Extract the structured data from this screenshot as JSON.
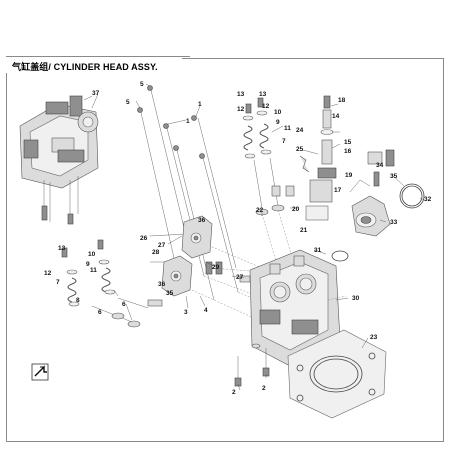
{
  "diagram": {
    "title": "气缸盖组/ CYLINDER HEAD ASSY."
  },
  "callouts": [
    {
      "id": "c37",
      "text": "37"
    },
    {
      "id": "c5a",
      "text": "5"
    },
    {
      "id": "c5b",
      "text": "5"
    },
    {
      "id": "c1a",
      "text": "1"
    },
    {
      "id": "c1b",
      "text": "1"
    },
    {
      "id": "c13a",
      "text": "13"
    },
    {
      "id": "c12a",
      "text": "12"
    },
    {
      "id": "c13b",
      "text": "13"
    },
    {
      "id": "c12b",
      "text": "12"
    },
    {
      "id": "c10a",
      "text": "10"
    },
    {
      "id": "c9a",
      "text": "9"
    },
    {
      "id": "c11a",
      "text": "11"
    },
    {
      "id": "c7a",
      "text": "7"
    },
    {
      "id": "c18",
      "text": "18"
    },
    {
      "id": "c14",
      "text": "14"
    },
    {
      "id": "c15",
      "text": "15"
    },
    {
      "id": "c16",
      "text": "16"
    },
    {
      "id": "c25",
      "text": "25"
    },
    {
      "id": "c24",
      "text": "24"
    },
    {
      "id": "c19",
      "text": "19"
    },
    {
      "id": "c17",
      "text": "17"
    },
    {
      "id": "c34",
      "text": "34"
    },
    {
      "id": "c35",
      "text": "35"
    },
    {
      "id": "c32",
      "text": "32"
    },
    {
      "id": "c33",
      "text": "33"
    },
    {
      "id": "c22",
      "text": "22"
    },
    {
      "id": "c20",
      "text": "20"
    },
    {
      "id": "c21",
      "text": "21"
    },
    {
      "id": "c31",
      "text": "31"
    },
    {
      "id": "c27a",
      "text": "27"
    },
    {
      "id": "c36a",
      "text": "36"
    },
    {
      "id": "c26",
      "text": "26"
    },
    {
      "id": "c28",
      "text": "28"
    },
    {
      "id": "c29",
      "text": "29"
    },
    {
      "id": "c27b",
      "text": "27"
    },
    {
      "id": "c36b",
      "text": "36"
    },
    {
      "id": "c35b",
      "text": "35"
    },
    {
      "id": "c3",
      "text": "3"
    },
    {
      "id": "c4",
      "text": "4"
    },
    {
      "id": "c13c",
      "text": "13"
    },
    {
      "id": "c12c",
      "text": "12"
    },
    {
      "id": "c10b",
      "text": "10"
    },
    {
      "id": "c9b",
      "text": "9"
    },
    {
      "id": "c11b",
      "text": "11"
    },
    {
      "id": "c7b",
      "text": "7"
    },
    {
      "id": "c8",
      "text": "8"
    },
    {
      "id": "c6a",
      "text": "6"
    },
    {
      "id": "c6b",
      "text": "6"
    },
    {
      "id": "c30",
      "text": "30"
    },
    {
      "id": "c23",
      "text": "23"
    },
    {
      "id": "c2a",
      "text": "2"
    },
    {
      "id": "c2b",
      "text": "2"
    }
  ]
}
